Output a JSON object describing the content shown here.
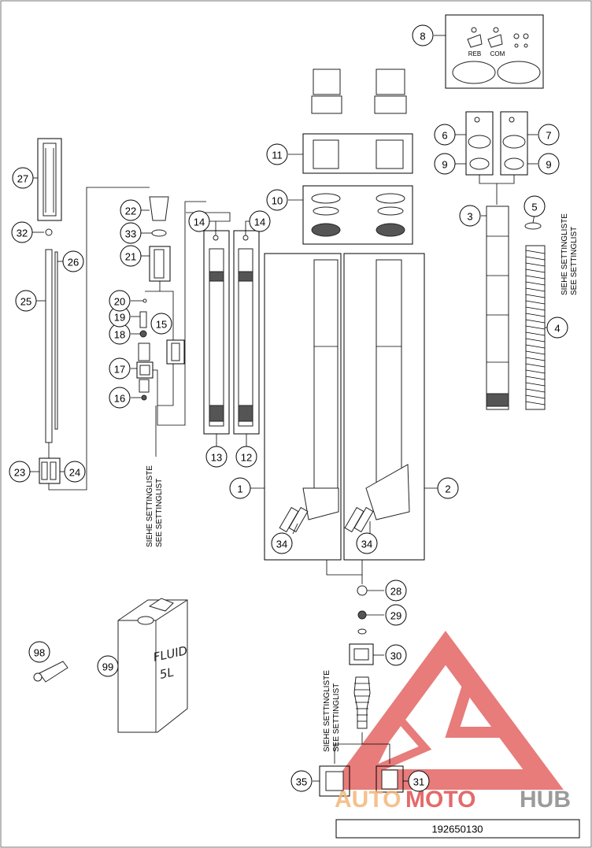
{
  "callouts": [
    {
      "id": "c1",
      "label": "1"
    },
    {
      "id": "c2",
      "label": "2"
    },
    {
      "id": "c3",
      "label": "3"
    },
    {
      "id": "c4",
      "label": "4"
    },
    {
      "id": "c5",
      "label": "5"
    },
    {
      "id": "c6",
      "label": "6"
    },
    {
      "id": "c7",
      "label": "7"
    },
    {
      "id": "c8",
      "label": "8"
    },
    {
      "id": "c9a",
      "label": "9"
    },
    {
      "id": "c9b",
      "label": "9"
    },
    {
      "id": "c10",
      "label": "10"
    },
    {
      "id": "c11",
      "label": "11"
    },
    {
      "id": "c12",
      "label": "12"
    },
    {
      "id": "c13",
      "label": "13"
    },
    {
      "id": "c14a",
      "label": "14"
    },
    {
      "id": "c14b",
      "label": "14"
    },
    {
      "id": "c15",
      "label": "15"
    },
    {
      "id": "c16",
      "label": "16"
    },
    {
      "id": "c17",
      "label": "17"
    },
    {
      "id": "c18",
      "label": "18"
    },
    {
      "id": "c19",
      "label": "19"
    },
    {
      "id": "c20",
      "label": "20"
    },
    {
      "id": "c21",
      "label": "21"
    },
    {
      "id": "c22",
      "label": "22"
    },
    {
      "id": "c23",
      "label": "23"
    },
    {
      "id": "c24",
      "label": "24"
    },
    {
      "id": "c25",
      "label": "25"
    },
    {
      "id": "c26",
      "label": "26"
    },
    {
      "id": "c27",
      "label": "27"
    },
    {
      "id": "c28",
      "label": "28"
    },
    {
      "id": "c29",
      "label": "29"
    },
    {
      "id": "c30",
      "label": "30"
    },
    {
      "id": "c31",
      "label": "31"
    },
    {
      "id": "c32",
      "label": "32"
    },
    {
      "id": "c33",
      "label": "33"
    },
    {
      "id": "c34a",
      "label": "34"
    },
    {
      "id": "c34b",
      "label": "34"
    },
    {
      "id": "c35",
      "label": "35"
    },
    {
      "id": "c98",
      "label": "98"
    },
    {
      "id": "c99",
      "label": "99"
    }
  ],
  "labels": {
    "reb": "REB",
    "com": "COM",
    "settinglist_de": "SIEHE SETTINGLISTE",
    "settinglist_en": "SEE SETTINGLIST",
    "fluid": "FLUID",
    "fluid_volume": "5L"
  },
  "watermark": {
    "part1": "AUTO",
    "part2": "MOTO",
    "part3": "HUB",
    "colors": {
      "red": "#e0514f",
      "orange": "#f3b77a",
      "gray": "#8a8a8a"
    }
  },
  "reference_number": "192650130",
  "colors": {
    "line": "#000000",
    "background": "#ffffff"
  }
}
